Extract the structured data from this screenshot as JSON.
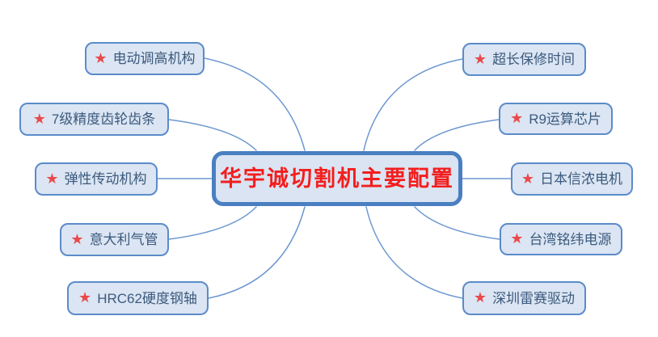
{
  "center": {
    "title": "华宇诚切割机主要配置"
  },
  "nodes": {
    "left": [
      {
        "label": "电动调高机构"
      },
      {
        "label": "7级精度齿轮齿条"
      },
      {
        "label": "弹性传动机构"
      },
      {
        "label": "意大利气管"
      },
      {
        "label": "HRC62硬度钢轴"
      }
    ],
    "right": [
      {
        "label": "超长保修时间"
      },
      {
        "label": "R9运算芯片"
      },
      {
        "label": "日本信浓电机"
      },
      {
        "label": "台湾铭纬电源"
      },
      {
        "label": "深圳雷赛驱动"
      }
    ]
  },
  "icons": {
    "star": "★"
  },
  "colors": {
    "node_border": "#5b8bc9",
    "node_fill": "#dbe5f3",
    "center_border": "#4a7fc1",
    "center_fill": "#dae4f2",
    "center_text": "#f31e1e",
    "label_text": "#3c5a7d",
    "star": "#e9494a",
    "connector": "#6d98d0"
  }
}
